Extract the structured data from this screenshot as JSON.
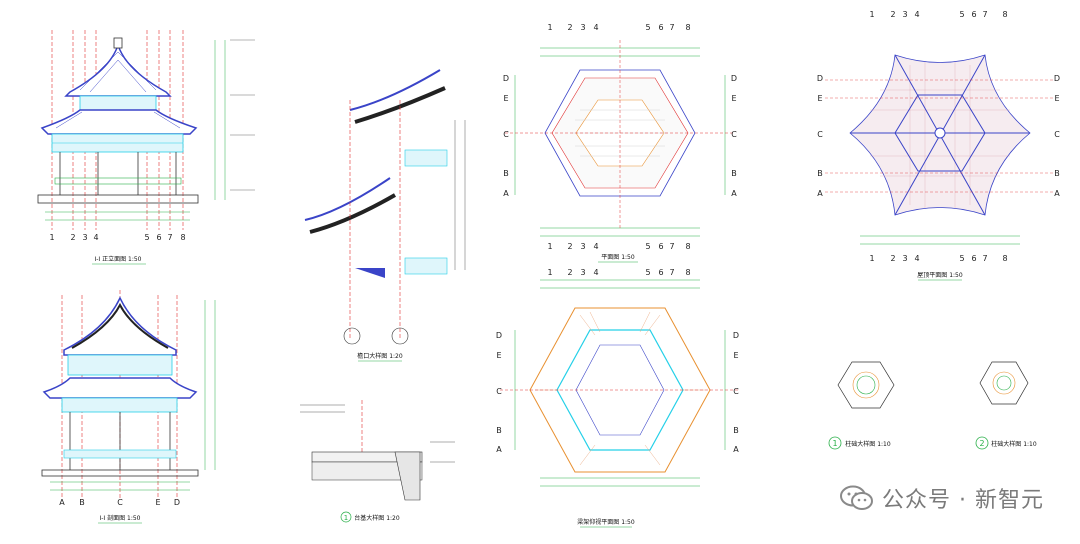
{
  "drawings": {
    "front_elevation": {
      "title": "Ⅰ-Ⅰ  正立面图 1:50",
      "col_labels": [
        "1",
        "2",
        "3",
        "4",
        "5",
        "6",
        "7",
        "8"
      ]
    },
    "section": {
      "title": "Ⅰ-Ⅰ  剖面图 1:50",
      "col_labels": [
        "A",
        "B",
        "C",
        "E",
        "D"
      ]
    },
    "eave_detail": {
      "title": "檐口大样图 1:20"
    },
    "base_detail": {
      "num": "1",
      "title": "台基大样图 1:20"
    },
    "plan": {
      "title": "平面图 1:50",
      "top_labels": [
        "1",
        "2",
        "3",
        "4",
        "5",
        "6",
        "7",
        "8"
      ],
      "row_labels": [
        "D",
        "E",
        "C",
        "B",
        "A"
      ]
    },
    "beam_plan": {
      "title": "梁架仰视平面图 1:50",
      "top_labels": [
        "1",
        "2",
        "3",
        "4",
        "5",
        "6",
        "7",
        "8"
      ],
      "row_labels": [
        "D",
        "E",
        "C",
        "B",
        "A"
      ]
    },
    "roof_plan": {
      "title": "屋顶平面图 1:50",
      "top_labels": [
        "1",
        "2",
        "3",
        "4",
        "5",
        "6",
        "7",
        "8"
      ],
      "row_labels": [
        "D",
        "E",
        "C",
        "B",
        "A"
      ]
    },
    "column_base_1": {
      "num": "1",
      "title": "柱础大样图 1:10"
    },
    "column_base_2": {
      "num": "2",
      "title": "柱础大样图 1:10"
    }
  },
  "watermark": {
    "text": "公众号 · 新智元",
    "icon": "wechat-icon"
  },
  "colors": {
    "roof_blue": "#3a44c8",
    "cyan": "#25d0e8",
    "grid_red": "#e03030",
    "dim_green": "#2bb04a",
    "orange": "#e89030",
    "line": "#333333"
  }
}
